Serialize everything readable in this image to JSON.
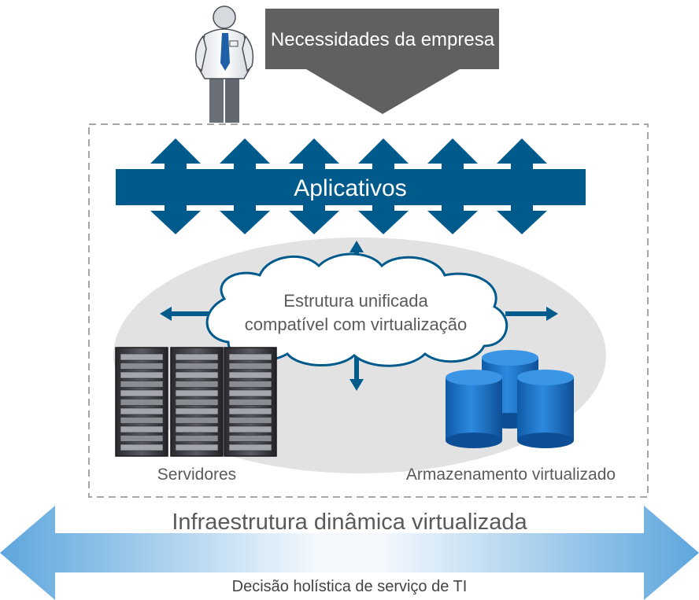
{
  "diagram": {
    "business_needs_label": "Necessidades da empresa",
    "applications_label": "Aplicativos",
    "fabric_line1": "Estrutura unificada",
    "fabric_line2": "compatível com virtualização",
    "servers_label": "Servidores",
    "storage_label": "Armazenamento virtualizado",
    "infrastructure_label": "Infraestrutura dinâmica virtualizada",
    "decision_label": "Decisão holística de serviço de TI"
  },
  "colors": {
    "app_blue": "#005a8c",
    "storage_blue": "#1b72c4",
    "needs_arrow_gray": "#5f6062",
    "ellipse_gray": "#e2e2e2",
    "dashed_border": "#a6a6a6",
    "gradient_blue": "#5da6dd",
    "text_gray": "#5a5a5a"
  }
}
